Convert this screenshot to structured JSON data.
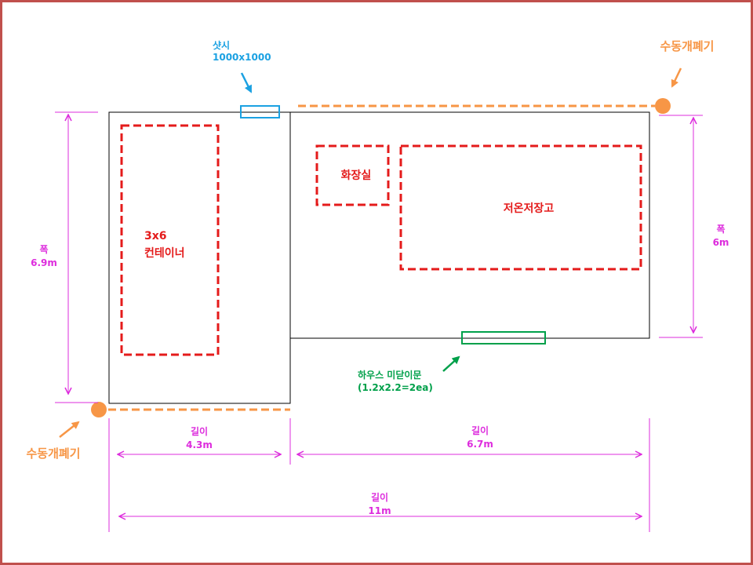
{
  "colors": {
    "frame": "#c0504d",
    "outline": "#000000",
    "dashed_red": "#e41b1b",
    "orange": "#f79646",
    "blue": "#1ba1e2",
    "green": "#00a04a",
    "magenta": "#dd2cdd"
  },
  "labels": {
    "sash_title": "샷시",
    "sash_size": "1000x1000",
    "opener_top": "수동개폐기",
    "opener_bottom": "수동개폐기",
    "container_size": "3x6",
    "container_name": "컨테이너",
    "restroom": "화장실",
    "cold_storage": "저온저장고",
    "door_title": "하우스 미닫이문",
    "door_spec": "(1.2x2.2=2ea)",
    "width_left_title": "폭",
    "width_left_value": "6.9m",
    "width_right_title": "폭",
    "width_right_value": "6m",
    "length_left_title": "길이",
    "length_left_value": "4.3m",
    "length_right_title": "길이",
    "length_right_value": "6.7m",
    "length_total_title": "길이",
    "length_total_value": "11m"
  }
}
